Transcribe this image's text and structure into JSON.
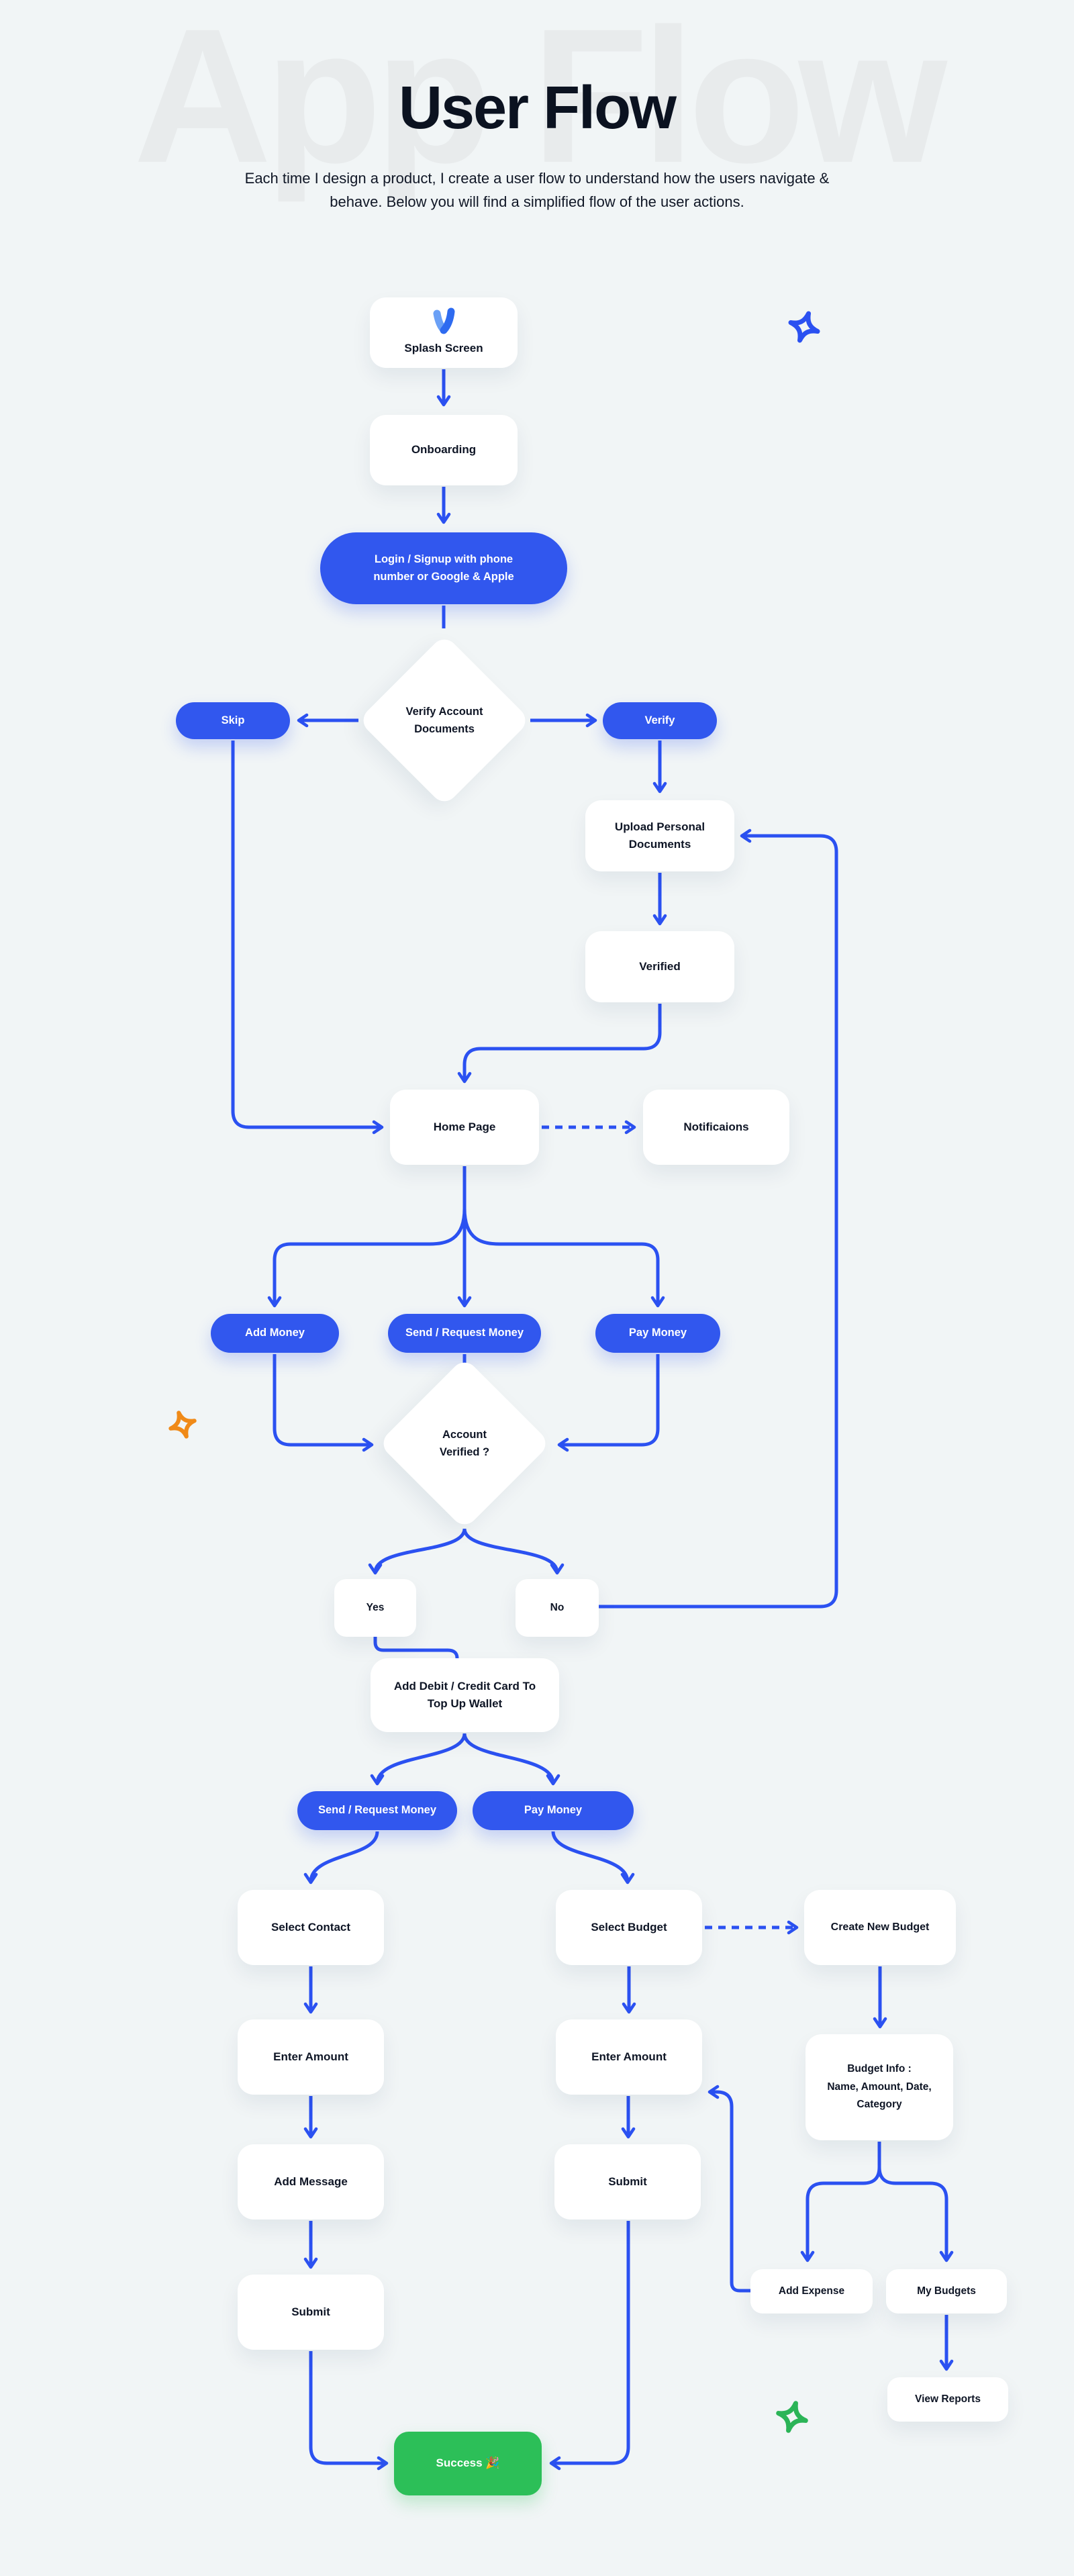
{
  "header": {
    "ghost_title": "App Flow",
    "title": "User Flow",
    "subtitle": "Each time I design a product, I create a user flow to understand how the users navigate &\nbehave. Below you will find a simplified flow of the user actions."
  },
  "nodes": {
    "splash": "Splash Screen",
    "onboarding": "Onboarding",
    "login": "Login / Signup with phone\nnumber or Google & Apple",
    "verify_account_documents": "Verify Account\nDocuments",
    "skip": "Skip",
    "verify": "Verify",
    "upload_documents": "Upload Personal\nDocuments",
    "verified": "Verified",
    "home_page": "Home Page",
    "notifications": "Notificaions",
    "add_money": "Add Money",
    "send_request_money": "Send / Request Money",
    "pay_money": "Pay Money",
    "account_verified": "Account\nVerified ?",
    "yes": "Yes",
    "no": "No",
    "add_card": "Add Debit / Credit Card To\nTop Up Wallet",
    "send_request_money_2": "Send / Request Money",
    "pay_money_2": "Pay Money",
    "select_contact": "Select Contact",
    "select_budget": "Select Budget",
    "create_new_budget": "Create New Budget",
    "enter_amount_1": "Enter Amount",
    "enter_amount_2": "Enter Amount",
    "budget_info": "Budget Info :\nName, Amount, Date,\nCategory",
    "add_message": "Add Message",
    "submit_send": "Submit",
    "submit_pay": "Submit",
    "add_expense": "Add Expense",
    "my_budgets": "My Budgets",
    "view_reports": "View Reports",
    "success": "Success 🎉"
  },
  "colors": {
    "accent_blue": "#2b51f1",
    "pill_blue": "#3157ee",
    "success_green": "#2cbf58",
    "orange_star": "#f08a18",
    "green_star": "#2bb457",
    "background": "#f1f5f6"
  }
}
